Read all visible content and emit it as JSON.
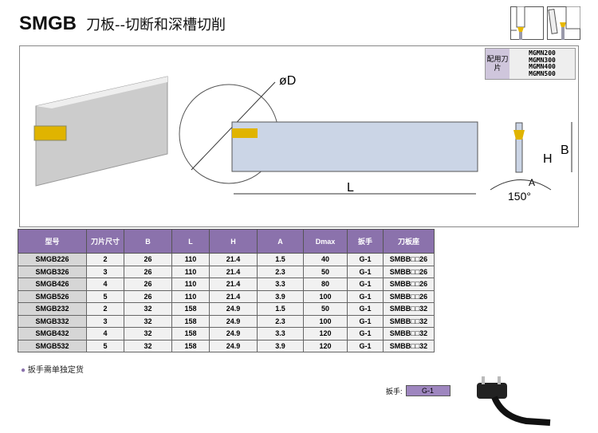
{
  "title": {
    "code": "SMGB",
    "subtitle": "刀板--切断和深槽切削"
  },
  "insert": {
    "label": "配用刀片",
    "models": [
      "MGMN200",
      "MGMN300",
      "MGMN400",
      "MGMN500"
    ]
  },
  "drawing": {
    "dim_d": "øD",
    "dim_l": "L",
    "dim_h": "H",
    "dim_b": "B",
    "dim_a": "A",
    "angle": "150°"
  },
  "table": {
    "headers": [
      "型号",
      "刀片尺寸",
      "B",
      "L",
      "H",
      "A",
      "Dmax",
      "扳手",
      "刀板座"
    ],
    "rows": [
      [
        "SMGB226",
        "2",
        "26",
        "110",
        "21.4",
        "1.5",
        "40",
        "G-1",
        "SMBB□□26"
      ],
      [
        "SMGB326",
        "3",
        "26",
        "110",
        "21.4",
        "2.3",
        "50",
        "G-1",
        "SMBB□□26"
      ],
      [
        "SMGB426",
        "4",
        "26",
        "110",
        "21.4",
        "3.3",
        "80",
        "G-1",
        "SMBB□□26"
      ],
      [
        "SMGB526",
        "5",
        "26",
        "110",
        "21.4",
        "3.9",
        "100",
        "G-1",
        "SMBB□□26"
      ],
      [
        "SMGB232",
        "2",
        "32",
        "158",
        "24.9",
        "1.5",
        "50",
        "G-1",
        "SMBB□□32"
      ],
      [
        "SMGB332",
        "3",
        "32",
        "158",
        "24.9",
        "2.3",
        "100",
        "G-1",
        "SMBB□□32"
      ],
      [
        "SMGB432",
        "4",
        "32",
        "158",
        "24.9",
        "3.3",
        "120",
        "G-1",
        "SMBB□□32"
      ],
      [
        "SMGB532",
        "5",
        "32",
        "158",
        "24.9",
        "3.9",
        "120",
        "G-1",
        "SMBB□□32"
      ]
    ]
  },
  "note": "扳手需单独定货",
  "wrench": {
    "label": "扳手:",
    "value": "G-1"
  }
}
